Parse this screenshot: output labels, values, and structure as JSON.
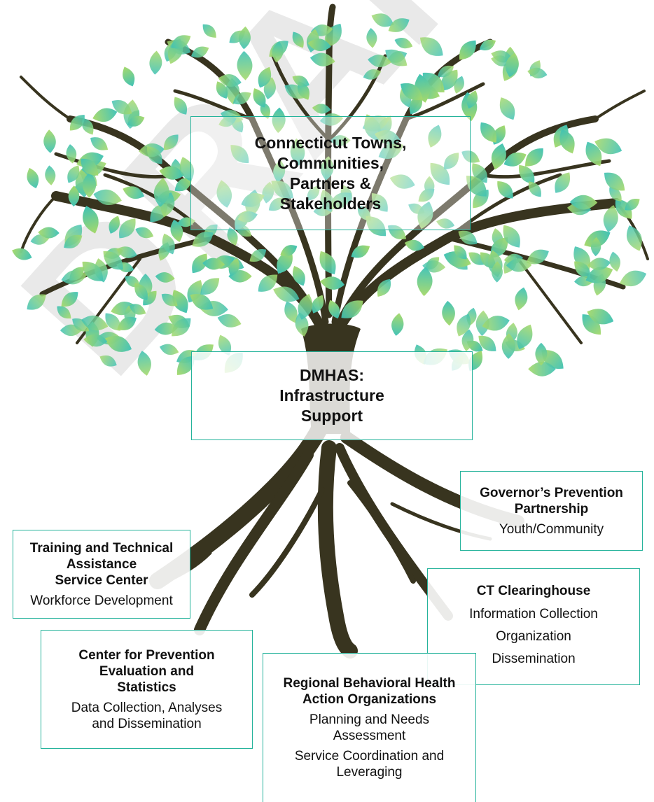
{
  "colors": {
    "trunk": "#38341f",
    "leaf_light": "#a6d96a",
    "leaf_dark": "#3fc2b5",
    "box_border": "#25b39b",
    "text": "#111111"
  },
  "watermark": "DRAFT",
  "canopy_box": {
    "lines": [
      "Connecticut Towns,",
      "Communities,",
      "Partners &",
      "Stakeholders"
    ]
  },
  "trunk_box": {
    "lines": [
      "DMHAS:",
      "Infrastructure",
      "Support"
    ]
  },
  "governor_box": {
    "title": [
      "Governor’s Prevention",
      "Partnership"
    ],
    "items": [
      "Youth/Community"
    ]
  },
  "training_box": {
    "title": [
      "Training and Technical",
      "Assistance",
      "Service Center"
    ],
    "items": [
      "Workforce Development"
    ]
  },
  "clearinghouse_box": {
    "title": [
      "CT Clearinghouse"
    ],
    "items": [
      "Information Collection",
      "Organization",
      "Dissemination"
    ]
  },
  "cpes_box": {
    "title": [
      "Center for Prevention",
      "Evaluation and",
      "Statistics"
    ],
    "items": [
      "Data Collection, Analyses",
      "and Dissemination"
    ]
  },
  "rbho_box": {
    "title": [
      "Regional Behavioral Health",
      "Action Organizations"
    ],
    "items": [
      "Planning and Needs",
      "Assessment",
      "Service Coordination and",
      "Leveraging"
    ]
  }
}
